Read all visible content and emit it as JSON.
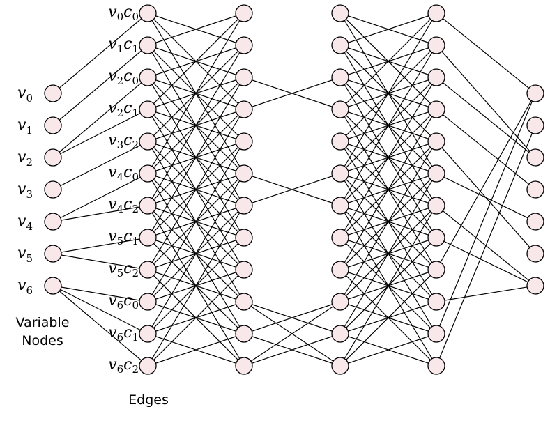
{
  "variable_nodes": [
    {
      "symbol": "v",
      "sub": "0"
    },
    {
      "symbol": "v",
      "sub": "1"
    },
    {
      "symbol": "v",
      "sub": "2"
    },
    {
      "symbol": "v",
      "sub": "3"
    },
    {
      "symbol": "v",
      "sub": "4"
    },
    {
      "symbol": "v",
      "sub": "5"
    },
    {
      "symbol": "v",
      "sub": "6"
    }
  ],
  "edge_nodes": [
    {
      "v": "0",
      "c": "0"
    },
    {
      "v": "1",
      "c": "1"
    },
    {
      "v": "2",
      "c": "0"
    },
    {
      "v": "2",
      "c": "1"
    },
    {
      "v": "3",
      "c": "2"
    },
    {
      "v": "4",
      "c": "0"
    },
    {
      "v": "4",
      "c": "2"
    },
    {
      "v": "5",
      "c": "1"
    },
    {
      "v": "5",
      "c": "2"
    },
    {
      "v": "6",
      "c": "0"
    },
    {
      "v": "6",
      "c": "1"
    },
    {
      "v": "6",
      "c": "2"
    }
  ],
  "captions": {
    "variable_nodes": [
      "Variable",
      "Nodes"
    ],
    "edges": "Edges"
  }
}
